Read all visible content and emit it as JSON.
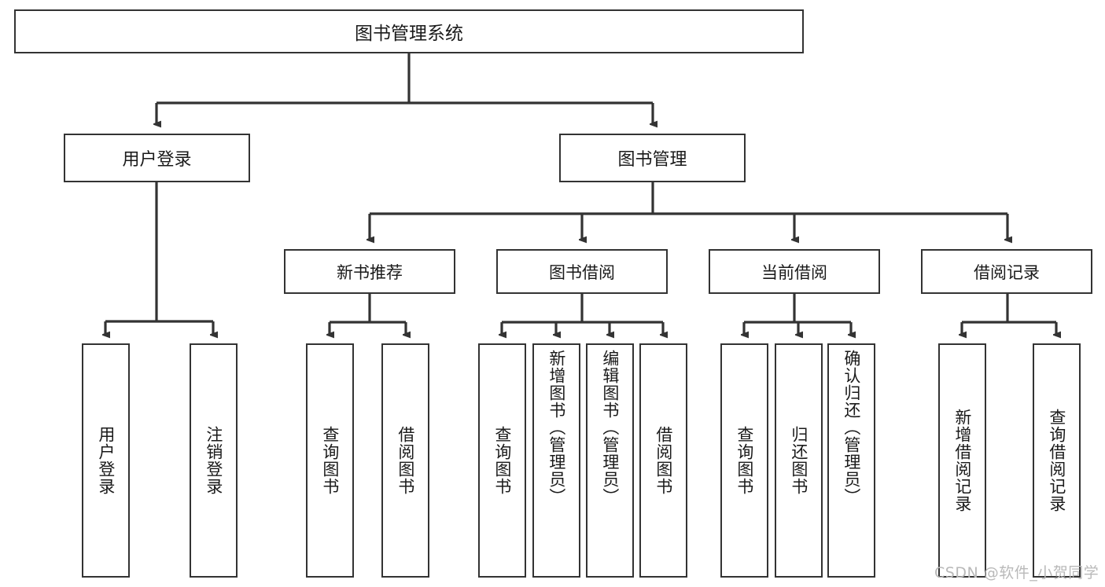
{
  "diagram": {
    "type": "tree-hierarchy-diagram",
    "title": "图书管理系统",
    "watermark": "CSDN @软件_小贺同学",
    "colors": {
      "box_border": "#333333",
      "box_fill": "#ffffff",
      "connector": "#333333",
      "text": "#1a1a1a",
      "watermark": "#b9b9b9"
    },
    "root": {
      "label": "图书管理系统"
    },
    "level1": [
      {
        "label": "用户登录"
      },
      {
        "label": "图书管理"
      }
    ],
    "level2": [
      {
        "label": "新书推荐"
      },
      {
        "label": "图书借阅"
      },
      {
        "label": "当前借阅"
      },
      {
        "label": "借阅记录"
      }
    ],
    "leaves": {
      "user_login": [
        {
          "label": "用户登录"
        },
        {
          "label": "注销登录"
        }
      ],
      "new_book_recommend": [
        {
          "label": "查询图书"
        },
        {
          "label": "借阅图书"
        }
      ],
      "book_borrow": [
        {
          "label": "查询图书"
        },
        {
          "label": "新增图书（管理员）"
        },
        {
          "label": "编辑图书（管理员）"
        },
        {
          "label": "借阅图书"
        }
      ],
      "current_borrow": [
        {
          "label": "查询图书"
        },
        {
          "label": "归还图书"
        },
        {
          "label": "确认归还（管理员）"
        }
      ],
      "borrow_record": [
        {
          "label": "新增借阅记录"
        },
        {
          "label": "查询借阅记录"
        }
      ]
    }
  }
}
